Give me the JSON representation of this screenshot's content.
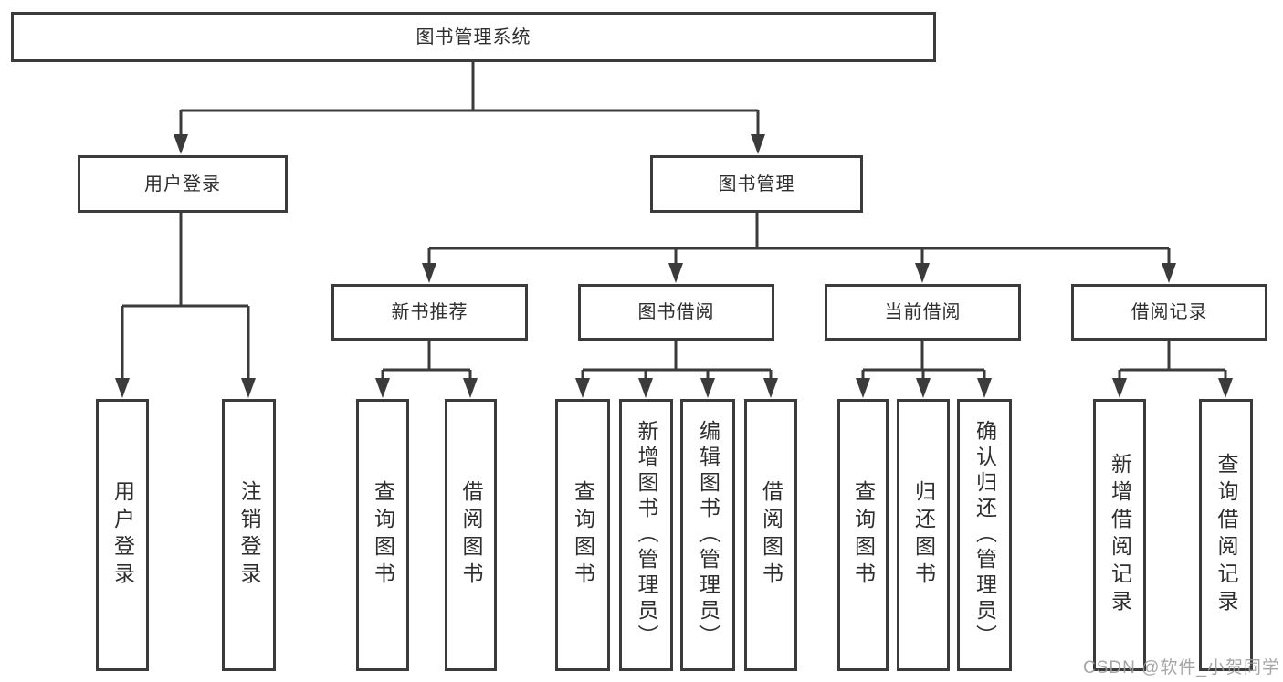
{
  "diagram": {
    "title": "图书管理系统",
    "children": [
      {
        "label": "用户登录",
        "children": [
          {
            "label": "用户登录"
          },
          {
            "label": "注销登录"
          }
        ]
      },
      {
        "label": "图书管理",
        "children": [
          {
            "label": "新书推荐",
            "children": [
              {
                "label": "查询图书"
              },
              {
                "label": "借阅图书"
              }
            ]
          },
          {
            "label": "图书借阅",
            "children": [
              {
                "label": "查询图书"
              },
              {
                "label": "新增图书（管理员）"
              },
              {
                "label": "编辑图书（管理员）"
              },
              {
                "label": "借阅图书"
              }
            ]
          },
          {
            "label": "当前借阅",
            "children": [
              {
                "label": "查询图书"
              },
              {
                "label": "归还图书"
              },
              {
                "label": "确认归还（管理员）"
              }
            ]
          },
          {
            "label": "借阅记录",
            "children": [
              {
                "label": "新增借阅记录"
              },
              {
                "label": "查询借阅记录"
              }
            ]
          }
        ]
      }
    ]
  },
  "watermark": {
    "text": "CSDN @软件_小贺同学"
  },
  "colors": {
    "line": "#3b3b3b",
    "border": "#3b3b3b",
    "text": "#2e2e2e",
    "watermark": "#9c9c9c",
    "background": "#ffffff"
  }
}
